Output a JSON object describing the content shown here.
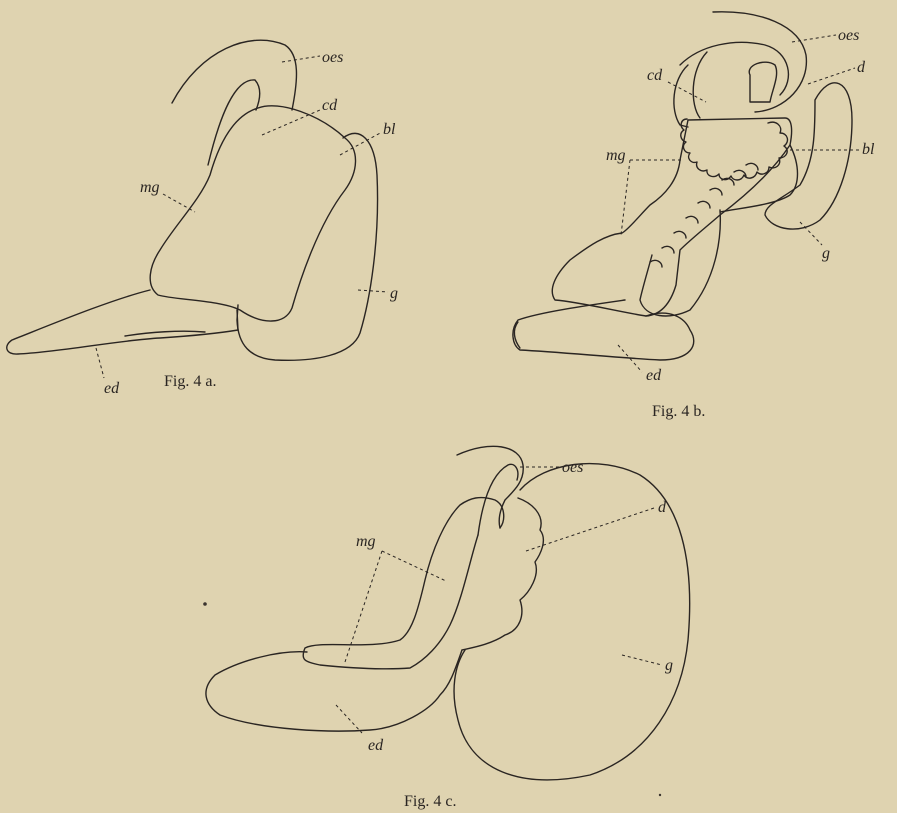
{
  "figures": {
    "fig_a": {
      "caption": "Fig. 4 a.",
      "labels": {
        "oes": "oes",
        "cd": "cd",
        "bl": "bl",
        "mg": "mg",
        "g": "g",
        "ed": "ed"
      }
    },
    "fig_b": {
      "caption": "Fig. 4 b.",
      "labels": {
        "oes": "oes",
        "cd": "cd",
        "d": "d",
        "mg": "mg",
        "bl": "bl",
        "g": "g",
        "ed": "ed"
      }
    },
    "fig_c": {
      "caption": "Fig. 4 c.",
      "labels": {
        "oes": "oes",
        "d": "d",
        "mg": "mg",
        "g": "g",
        "ed": "ed"
      }
    }
  },
  "style": {
    "background": "#dfd3b0",
    "ink": "#2a2522"
  }
}
